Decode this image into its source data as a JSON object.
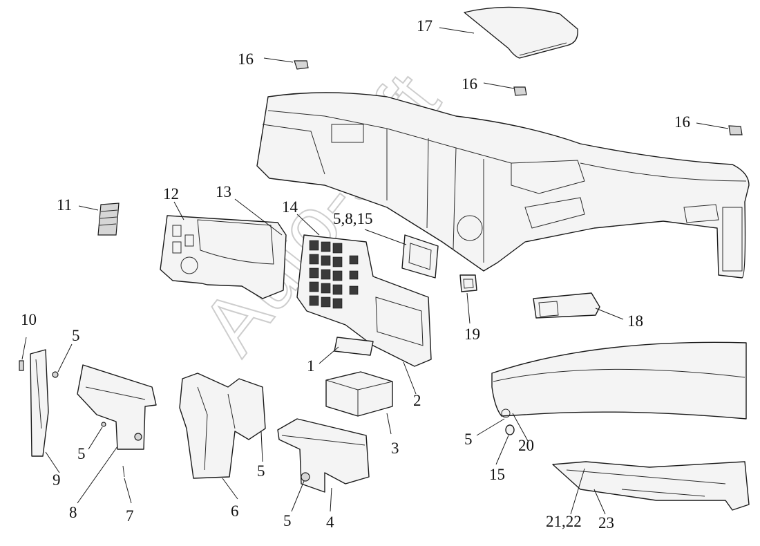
{
  "watermark": "Auto-soft",
  "callouts": {
    "c1": "1",
    "c2": "2",
    "c3": "3",
    "c4": "4",
    "c5_a": "5",
    "c5_b": "5",
    "c5_c": "5",
    "c5_d": "5",
    "c5_e": "5",
    "c5_8_15": "5,8,15",
    "c6": "6",
    "c7": "7",
    "c8": "8",
    "c9": "9",
    "c10": "10",
    "c11": "11",
    "c12": "12",
    "c13": "13",
    "c14": "14",
    "c15": "15",
    "c16_a": "16",
    "c16_b": "16",
    "c16_c": "16",
    "c17": "17",
    "c18": "18",
    "c19": "19",
    "c20": "20",
    "c21_22": "21,22",
    "c23": "23"
  }
}
